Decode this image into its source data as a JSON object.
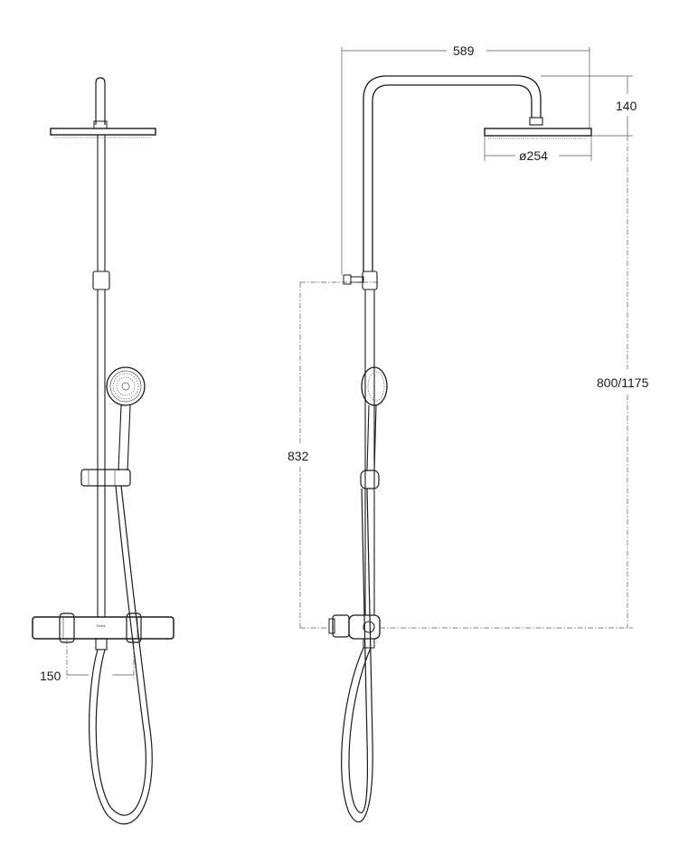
{
  "dimensions": {
    "width_top": "589",
    "arm_height": "140",
    "head_diameter": "ø254",
    "total_height": "800/1175",
    "bar_height": "832",
    "wall_spacing": "150"
  },
  "brand_mark": "Roca"
}
